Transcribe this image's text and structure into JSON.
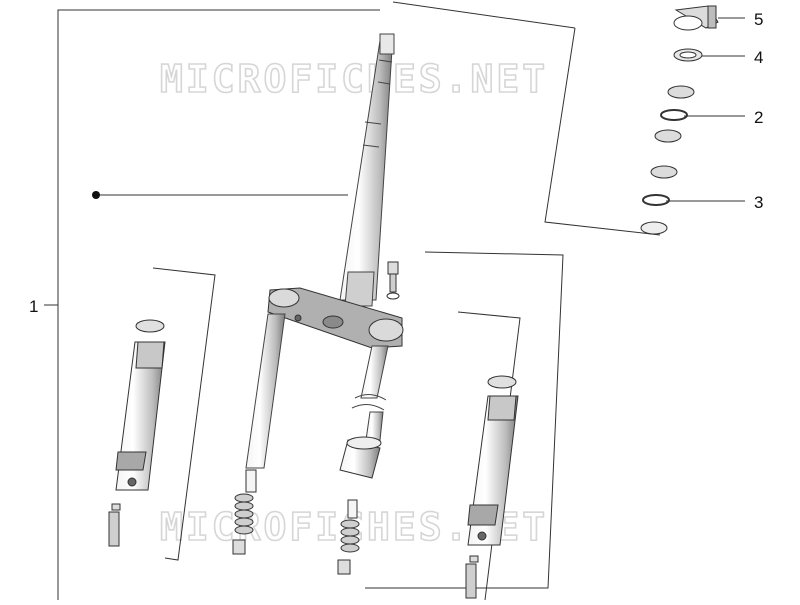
{
  "diagram": {
    "callouts": [
      {
        "id": "1",
        "label": "1"
      },
      {
        "id": "2",
        "label": "2"
      },
      {
        "id": "3",
        "label": "3"
      },
      {
        "id": "4",
        "label": "4"
      },
      {
        "id": "5",
        "label": "5"
      }
    ],
    "watermark": "MICROFICHES.NET",
    "colors": {
      "line": "#222222",
      "part": "#555555",
      "shade": "#9a9a9a",
      "watermark": "#d6d6d6"
    }
  }
}
